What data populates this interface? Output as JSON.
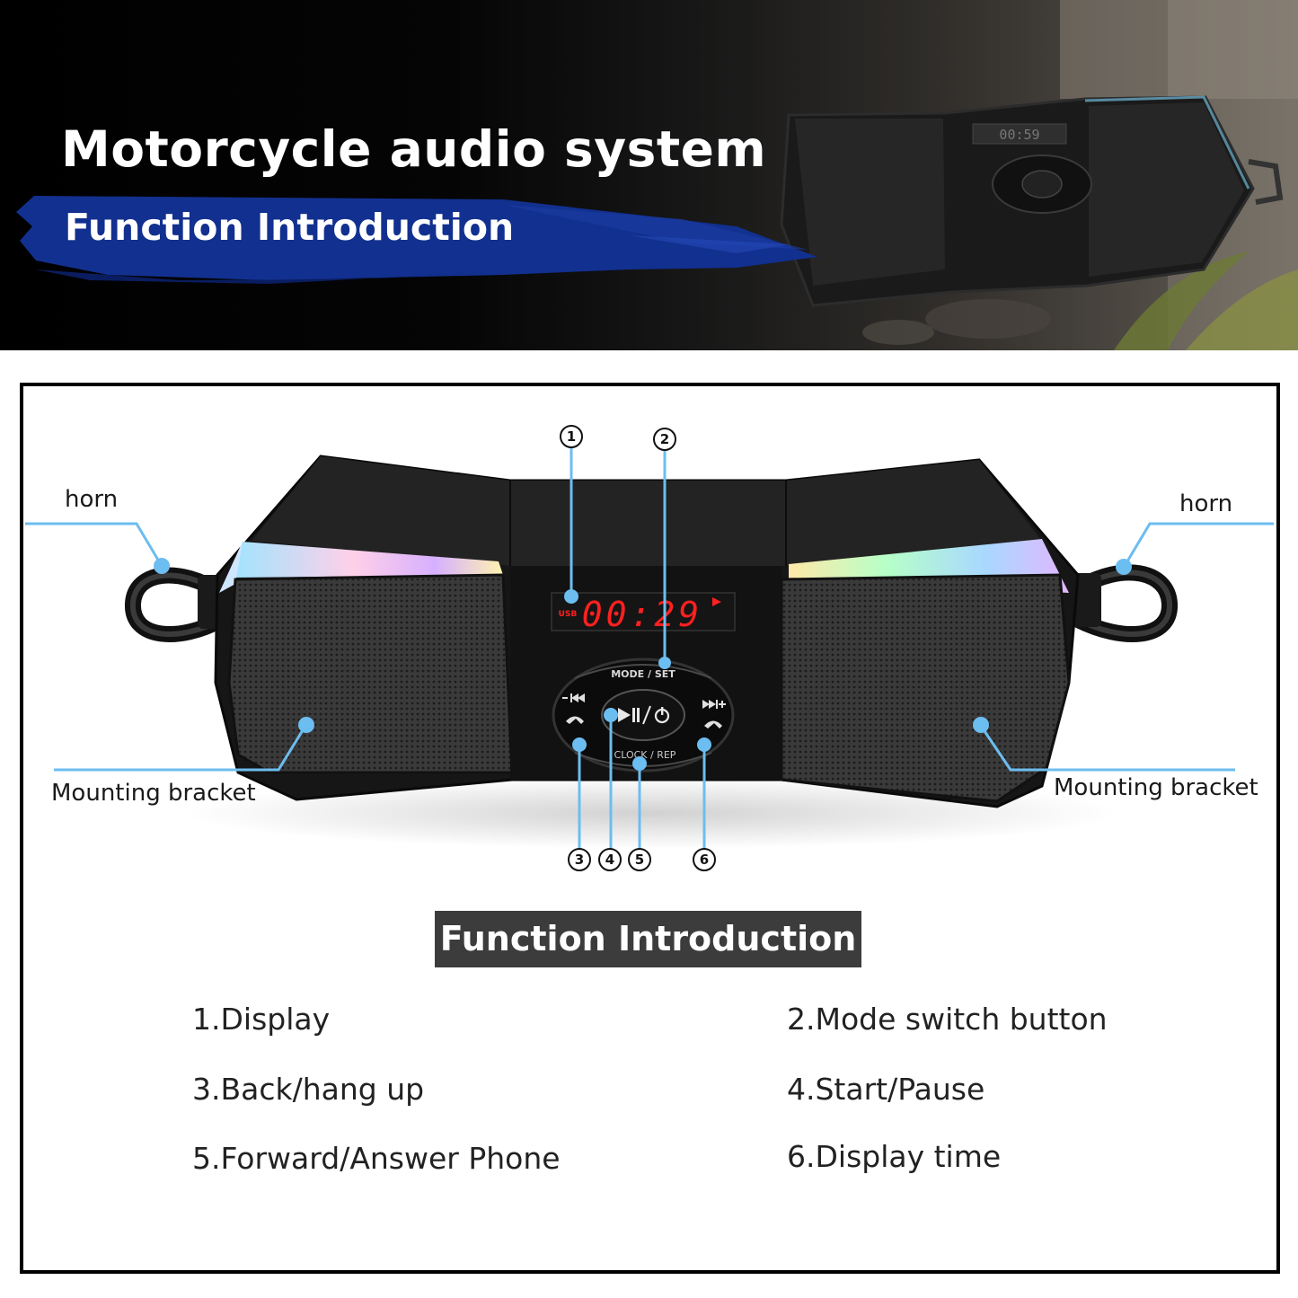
{
  "header": {
    "title": "Motorcycle audio system",
    "subtitle": "Function Introduction"
  },
  "device": {
    "display_time": "00:29",
    "display_usb": "USB",
    "mode_label": "MODE / SET",
    "clock_label": "CLOCK / REP"
  },
  "callouts": {
    "horn_left": "horn",
    "horn_right": "horn",
    "bracket_left": "Mounting bracket",
    "bracket_right": "Mounting bracket",
    "numbers": [
      "1",
      "2",
      "3",
      "4",
      "5",
      "6"
    ]
  },
  "section_title": "Function Introduction",
  "functions": [
    "1.Display",
    "2.Mode switch button",
    "3.Back/hang up",
    "4.Start/Pause",
    "5.Forward/Answer Phone",
    "6.Display time"
  ],
  "colors": {
    "banner_bg": "#000000",
    "brush_blue": "#12308f",
    "callout_blue": "#6cbdf0",
    "display_red": "#ff2020",
    "title_box": "#3c3c3c"
  }
}
